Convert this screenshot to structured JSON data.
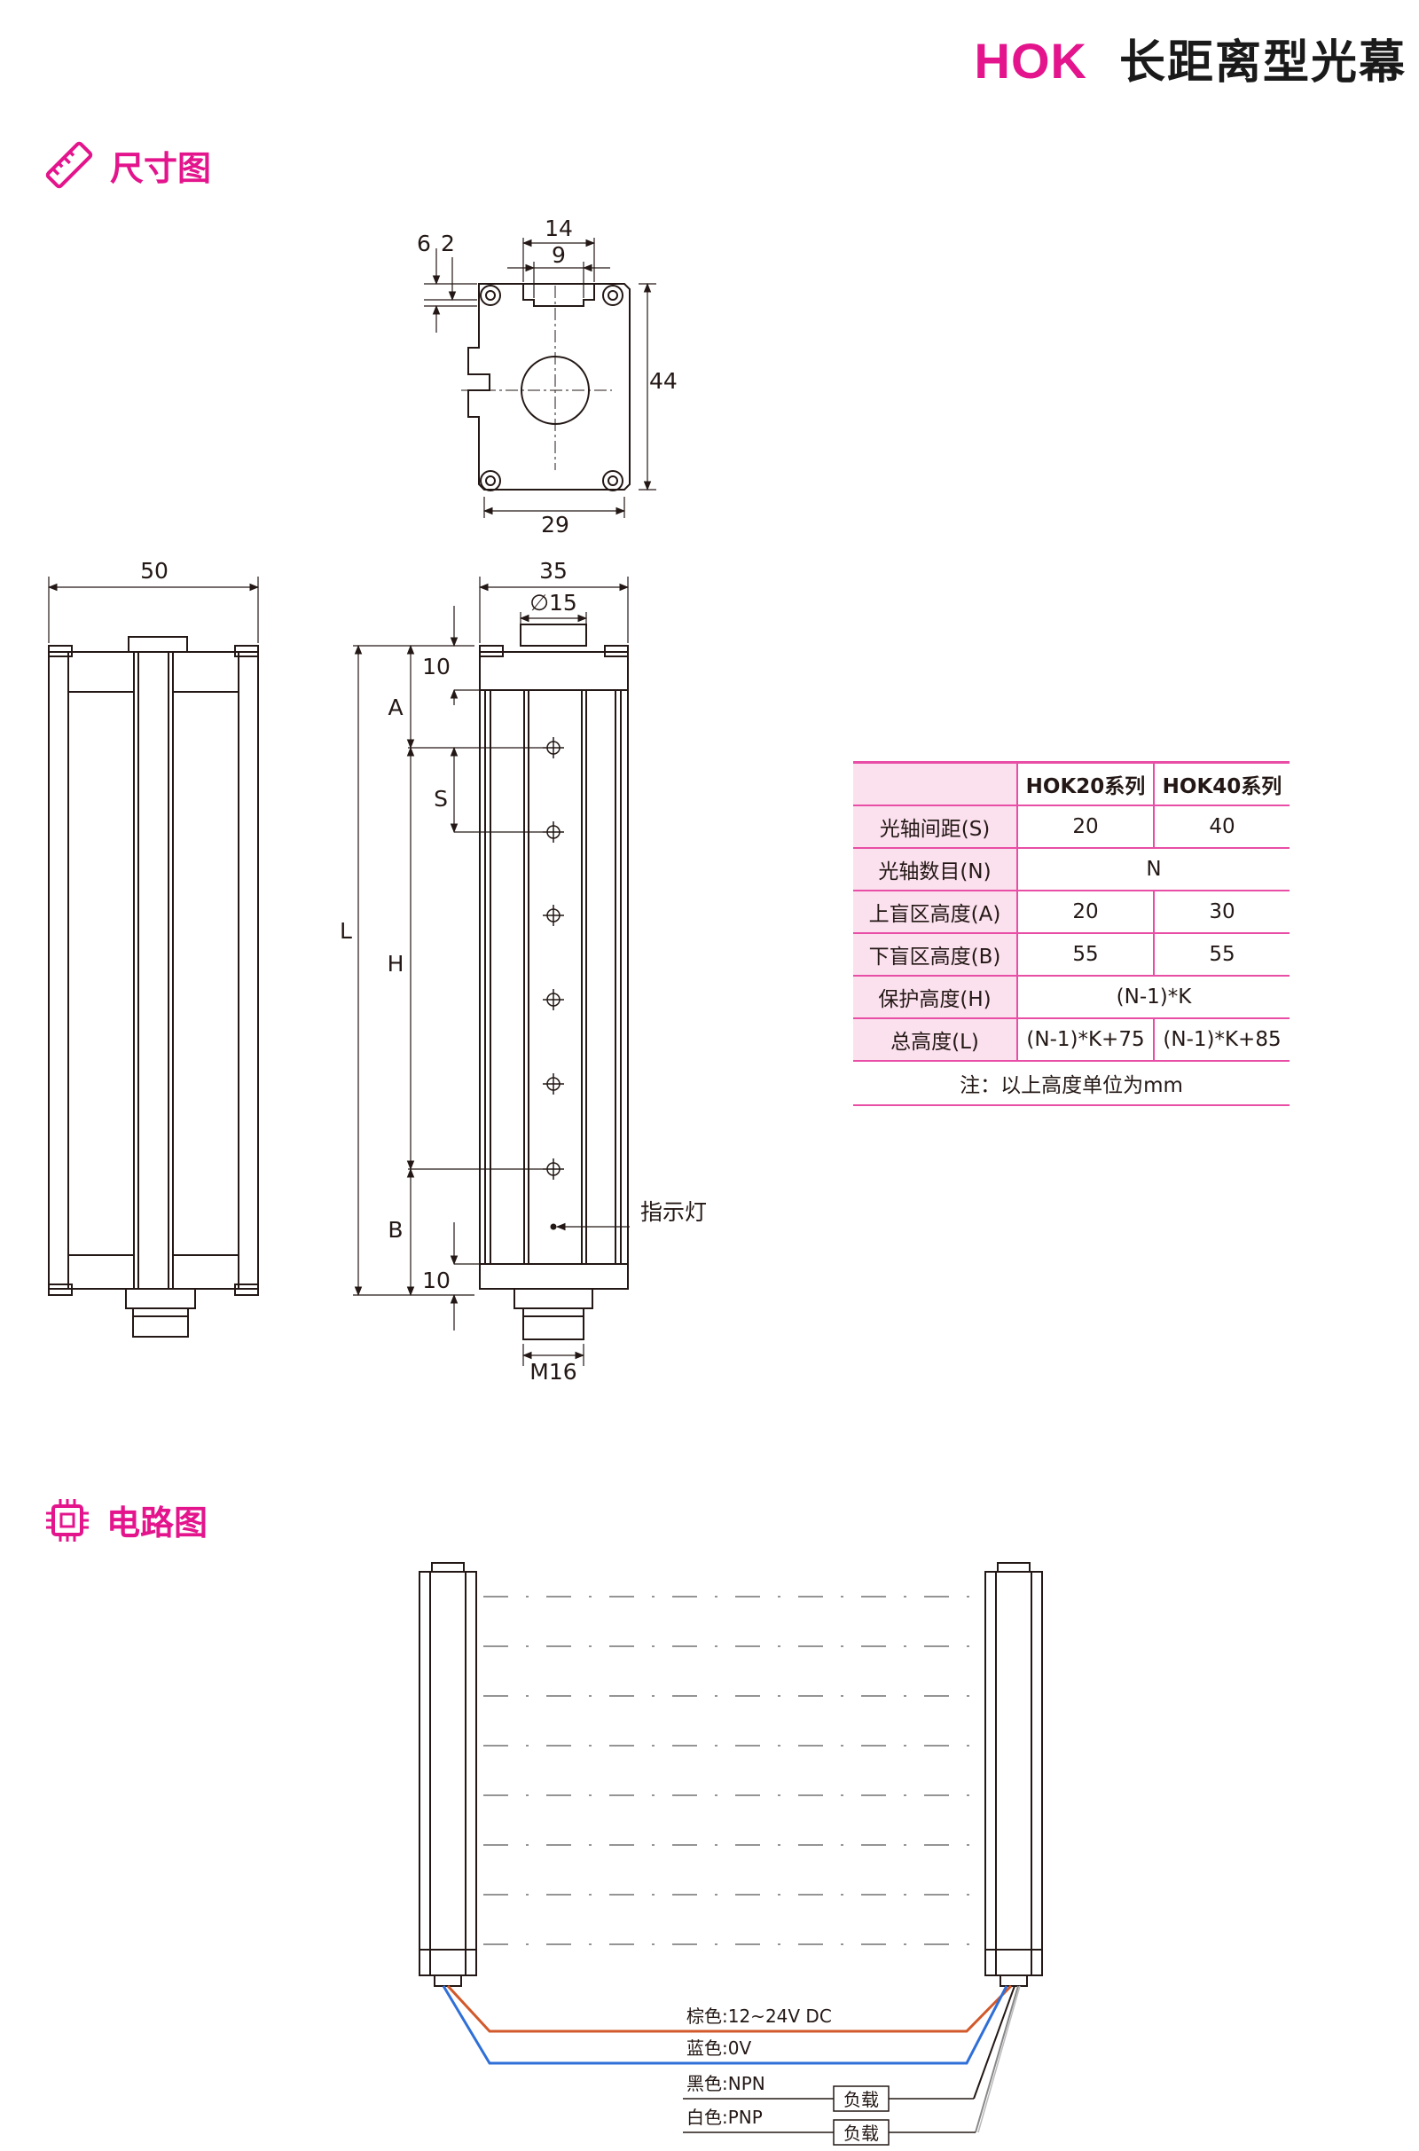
{
  "header": {
    "brand": "HOK",
    "product": "长距离型光幕"
  },
  "sections": {
    "dimensions": "尺寸图",
    "circuit": "电路图"
  },
  "icons": {
    "dimensions": "ruler-icon",
    "circuit": "chip-icon"
  },
  "colors": {
    "accent": "#e3148c",
    "table_header": "#fbe0ee",
    "brown_wire": "#d2592b",
    "blue_wire": "#2f6fd8"
  },
  "top_view": {
    "dim_top_outer": "14",
    "dim_top_inner": "9",
    "dim_left_a": "6",
    "dim_left_b": "2",
    "dim_height": "44",
    "dim_bottom": "29"
  },
  "front_view": {
    "width": "50"
  },
  "side_view": {
    "width": "35",
    "diameter": "∅15",
    "top_offset": "10",
    "bottom_offset": "10",
    "label_A": "A",
    "label_S": "S",
    "label_L": "L",
    "label_H": "H",
    "label_B": "B",
    "indicator": "指示灯",
    "connector": "M16"
  },
  "table": {
    "headers": [
      "",
      "HOK20系列",
      "HOK40系列"
    ],
    "rows": [
      {
        "label": "光轴间距(S)",
        "v1": "20",
        "v2": "40"
      },
      {
        "label": "光轴数目(N)",
        "merged": "N"
      },
      {
        "label": "上盲区高度(A)",
        "v1": "20",
        "v2": "30"
      },
      {
        "label": "下盲区高度(B)",
        "v1": "55",
        "v2": "55"
      },
      {
        "label": "保护高度(H)",
        "merged": "(N-1)*K"
      },
      {
        "label": "总高度(L)",
        "v1": "(N-1)*K+75",
        "v2": "(N-1)*K+85"
      }
    ],
    "note": "注：以上高度单位为mm"
  },
  "wiring": {
    "brown": "棕色:12~24V  DC",
    "blue": "蓝色:0V",
    "black": "黑色:NPN",
    "white": "白色:PNP",
    "load": "负载"
  }
}
